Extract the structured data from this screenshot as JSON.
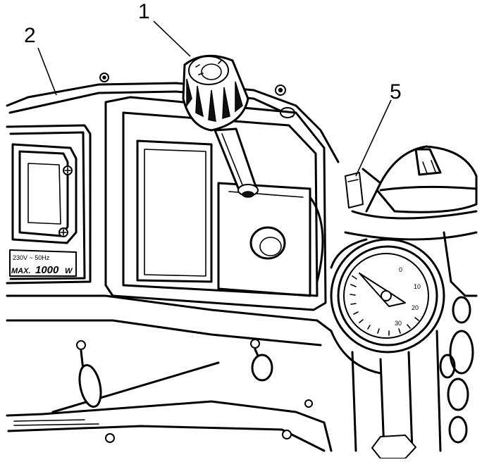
{
  "callouts": [
    {
      "id": "1",
      "label": "1"
    },
    {
      "id": "2",
      "label": "2"
    },
    {
      "id": "5",
      "label": "5"
    }
  ],
  "socket_panel": {
    "rating_line": "230V ~ 50Hz",
    "max_prefix": "MAX.",
    "max_value": "1000",
    "unit": "W"
  },
  "gauge": {
    "scale_outer": [
      "0",
      "10",
      "20",
      "30"
    ]
  },
  "colors": {
    "line": "#000000",
    "background": "#ffffff"
  }
}
